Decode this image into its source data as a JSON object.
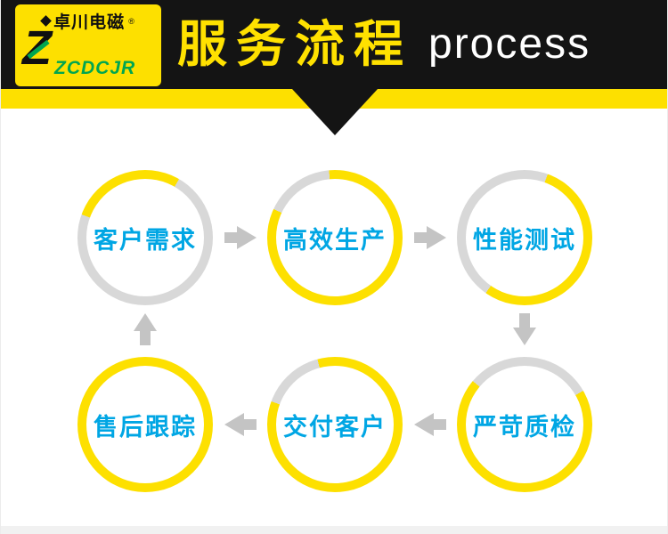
{
  "header": {
    "logo": {
      "brand_cn": "卓川电磁",
      "reg_mark": "®",
      "monogram": "Z",
      "brand_en": "ZCDCJR"
    },
    "title_cn": "服务流程",
    "title_en": "process"
  },
  "colors": {
    "header_bg": "#141414",
    "accent_yellow": "#fde000",
    "ring_gray": "#d8d8d8",
    "arrow_gray": "#c4c4c4",
    "text_blue": "#00a6e4",
    "logo_green": "#00a650"
  },
  "process": {
    "steps": [
      {
        "label": "客户需求",
        "ring": {
          "yellow_from": 290,
          "yellow_to": 30
        }
      },
      {
        "label": "高效生产",
        "ring": {
          "yellow_from": 355,
          "yellow_to": 295
        }
      },
      {
        "label": "性能测试",
        "ring": {
          "yellow_from": 20,
          "yellow_to": 215
        }
      },
      {
        "label": "严苛质检",
        "ring": {
          "yellow_from": 60,
          "yellow_to": 310
        }
      },
      {
        "label": "交付客户",
        "ring": {
          "yellow_from": 345,
          "yellow_to": 290
        }
      },
      {
        "label": "售后跟踪",
        "ring": {
          "yellow_from": 0,
          "yellow_to": 360
        }
      }
    ]
  }
}
